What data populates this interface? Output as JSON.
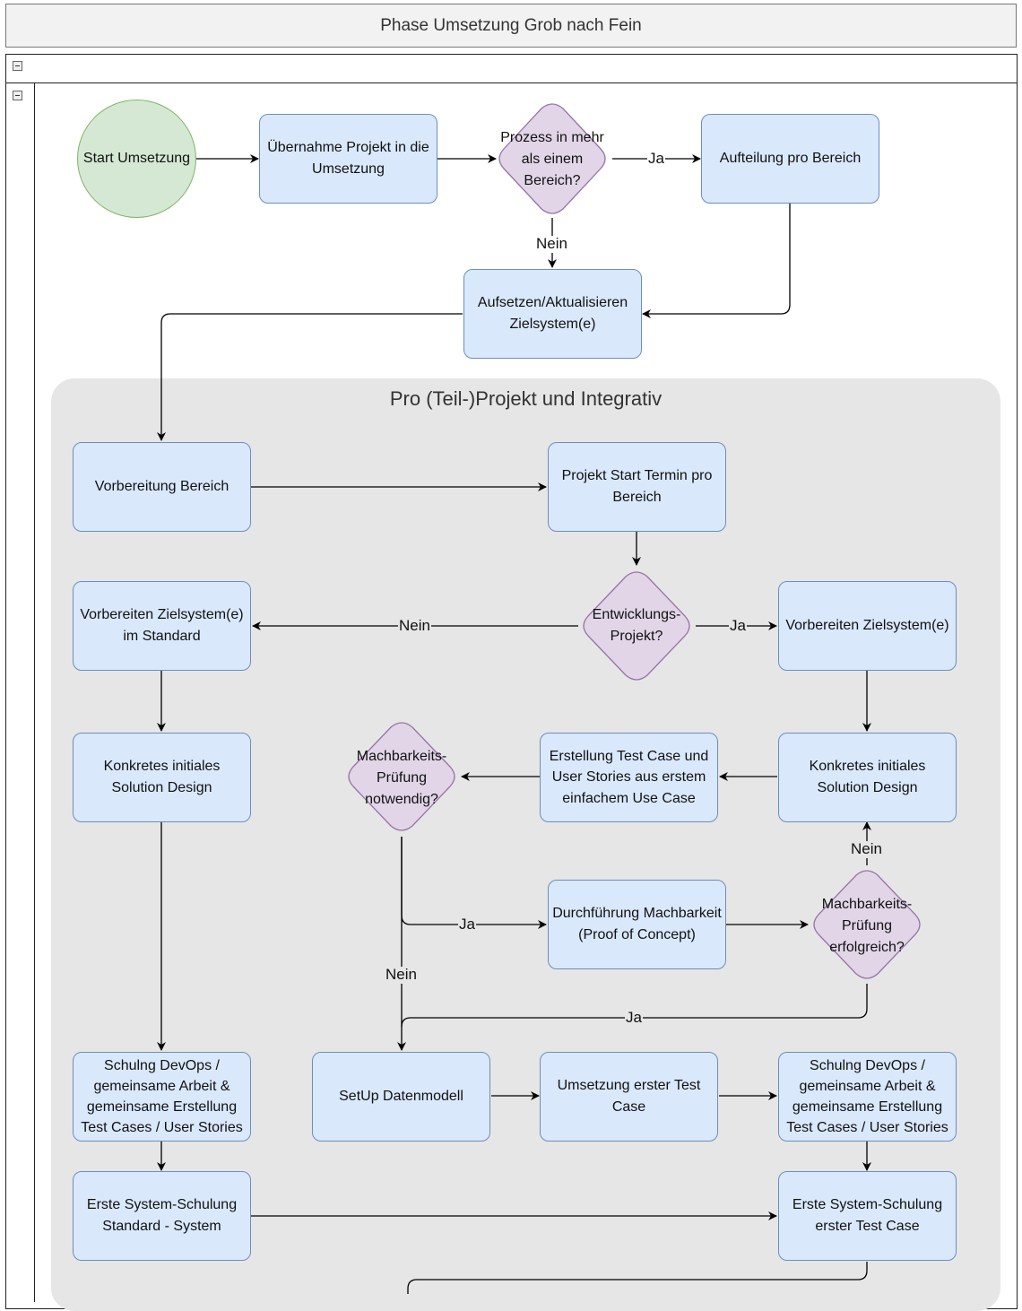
{
  "header": {
    "title": "Phase Umsetzung Grob nach Fein"
  },
  "group": {
    "title": "Pro (Teil-)Projekt und Integrativ"
  },
  "nodes": {
    "start": "Start Umsetzung",
    "uebernahme": "Übernahme Projekt in die Umsetzung",
    "prozess": "Prozess in mehr als einem Bereich?",
    "aufteilung": "Aufteilung pro Bereich",
    "aufsetzen": "Aufsetzen/Aktualisieren Zielsystem(e)",
    "vorbereitung_bereich": "Vorbereitung Bereich",
    "projekt_start": "Projekt Start Termin pro Bereich",
    "entwicklung": "Entwicklungs-Projekt?",
    "vorbereiten_standard": "Vorbereiten Zielsystem(e) im Standard",
    "vorbereiten_ziel": "Vorbereiten Zielsystem(e)",
    "konkret_left": "Konkretes initiales Solution Design",
    "konkret_right": "Konkretes initiales Solution Design",
    "erstellung_test": "Erstellung Test Case und User Stories aus erstem einfachem Use Case",
    "machbarkeit_notw": "Machbarkeits-Prüfung notwendig?",
    "durchfuehrung": "Durchführung Machbarkeit (Proof of Concept)",
    "machbarkeit_erfolg": "Machbarkeits-Prüfung erfolgreich?",
    "schulung_left": "Schulng DevOps / gemeinsame Arbeit & gemeinsame Erstellung Test Cases / User Stories",
    "setup": "SetUp Datenmodell",
    "umsetzung_test": "Umsetzung erster Test Case",
    "schulung_right": "Schulng DevOps / gemeinsame Arbeit & gemeinsame Erstellung Test Cases / User Stories",
    "erste_left": "Erste System-Schulung Standard - System",
    "erste_right": "Erste System-Schulung erster Test Case"
  },
  "edge_labels": {
    "prozess_ja": "Ja",
    "prozess_nein": "Nein",
    "entw_nein": "Nein",
    "entw_ja": "Ja",
    "mach_ja": "Ja",
    "mach_nein": "Nein",
    "erfolg_nein": "Nein",
    "erfolg_ja": "Ja"
  },
  "colors": {
    "process_fill": "#dae8fc",
    "process_stroke": "#6c8ebf",
    "decision_fill": "#e1d5e7",
    "decision_stroke": "#9673a6",
    "start_fill": "#d5e8d4",
    "start_stroke": "#82b366",
    "group_fill": "#e6e6e6"
  }
}
